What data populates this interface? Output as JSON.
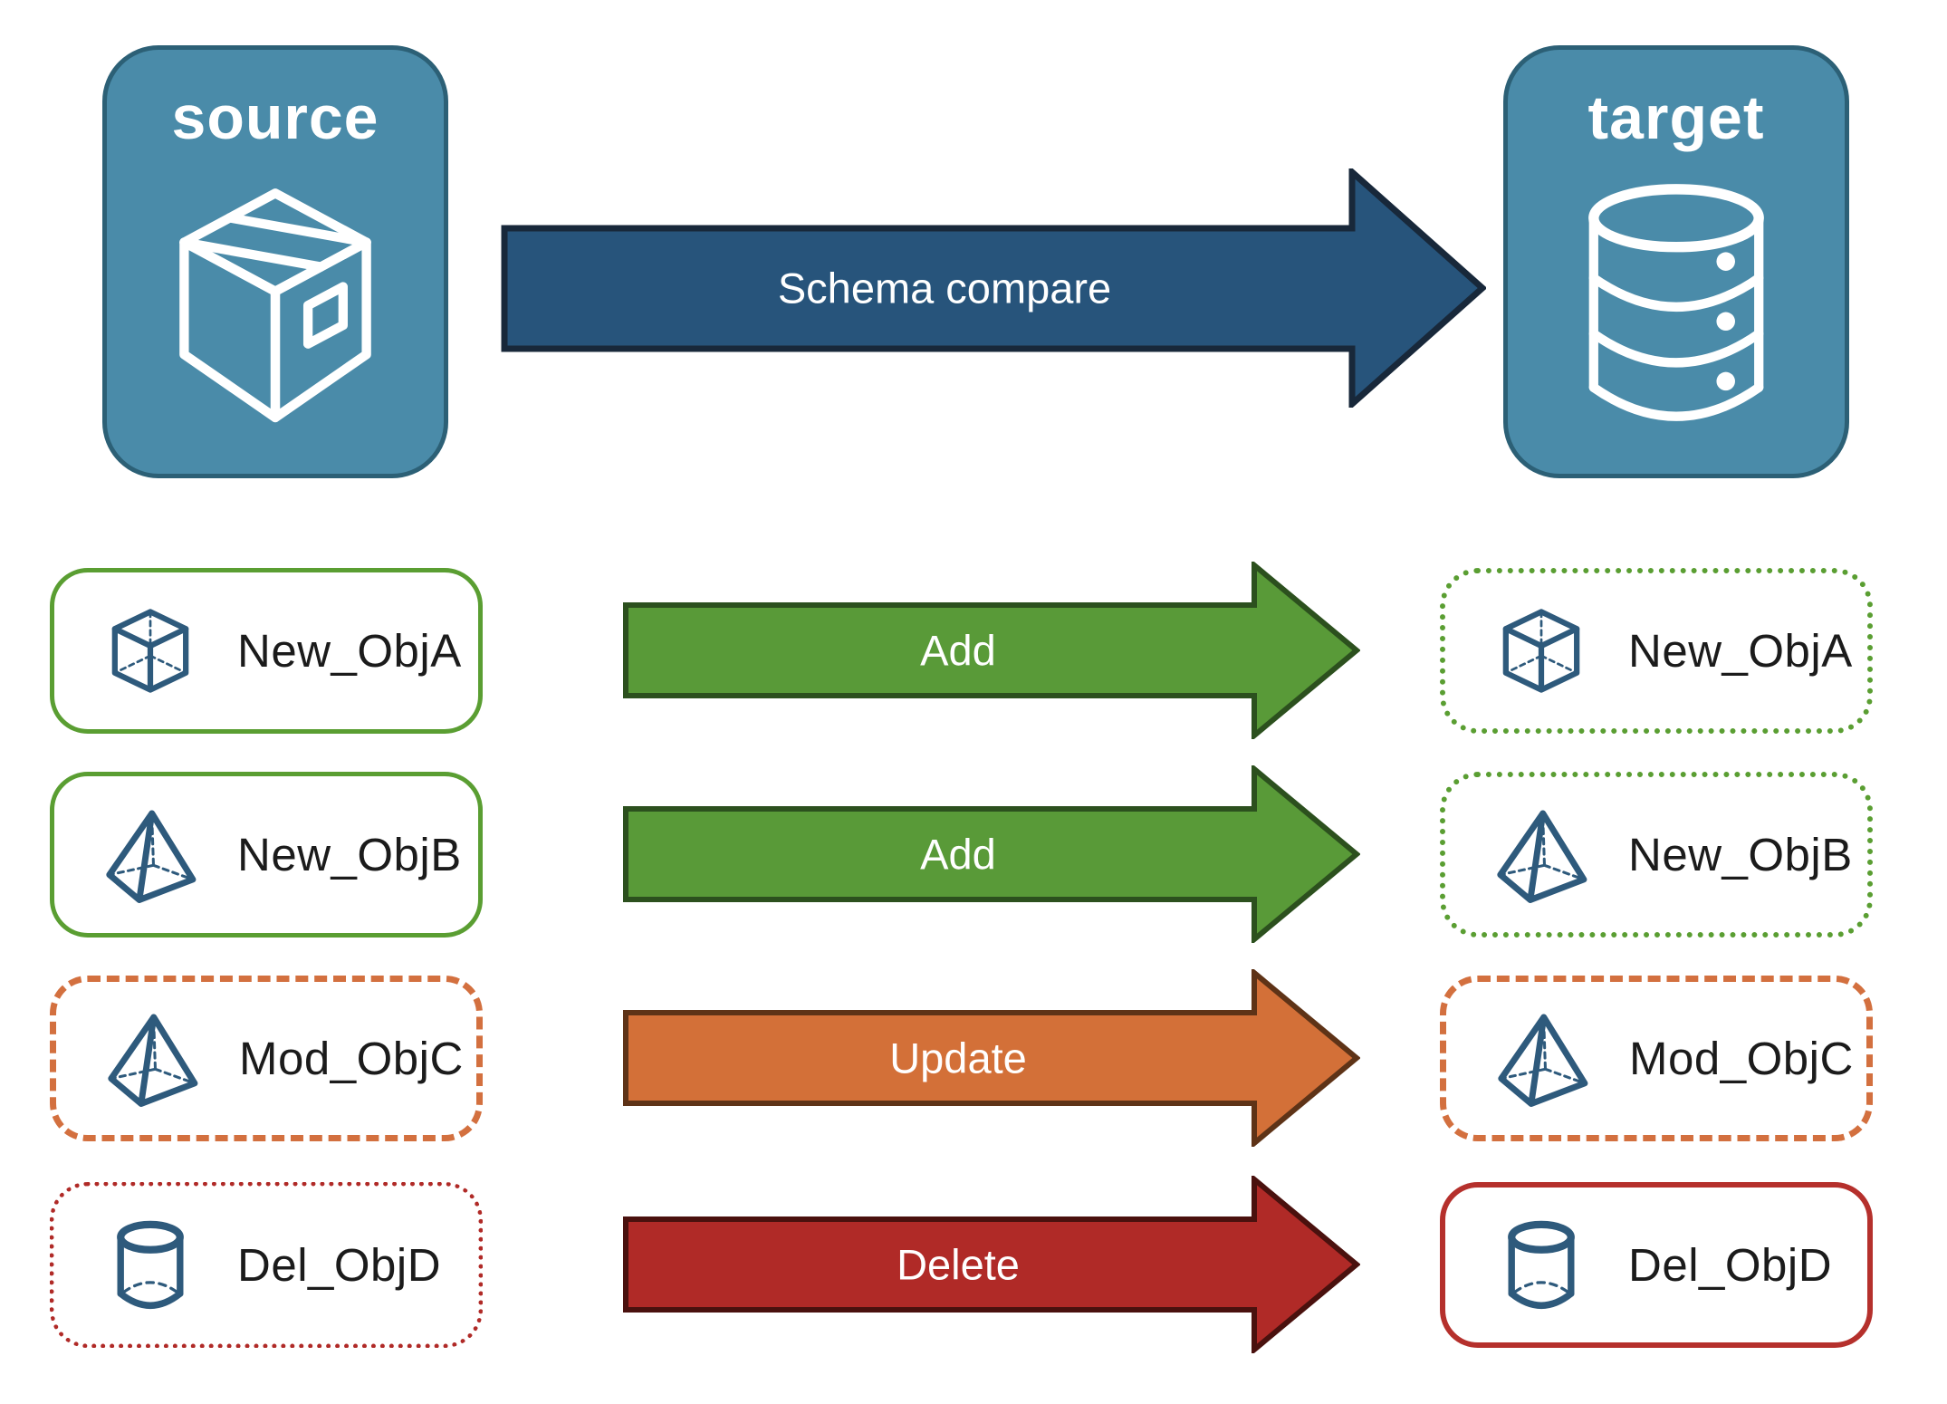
{
  "nodes": {
    "source": {
      "label": "source",
      "icon": "package-icon"
    },
    "target": {
      "label": "target",
      "icon": "database-icon"
    }
  },
  "main_arrow": {
    "label": "Schema compare"
  },
  "rows": [
    {
      "label": "New_ObjA",
      "action": "Add",
      "icon": "cube-icon"
    },
    {
      "label": "New_ObjB",
      "action": "Add",
      "icon": "pyramid-icon"
    },
    {
      "label": "Mod_ObjC",
      "action": "Update",
      "icon": "pyramid-icon"
    },
    {
      "label": "Del_ObjD",
      "action": "Delete",
      "icon": "cylinder-icon"
    }
  ],
  "colors": {
    "node_fill": "#4a8ba9",
    "node_border": "#2c6076",
    "navy_fill": "#27547b",
    "navy_border": "#18283a",
    "green_fill": "#599a38",
    "green_border": "#2c501e",
    "orange_fill": "#d37038",
    "orange_border": "#5e3317",
    "red_fill": "#b02a27",
    "red_border": "#4a110e",
    "green_line": "#5a9e32",
    "orange_line": "#d3703f",
    "red_line": "#b5302c",
    "icon_blue": "#2e5a7c",
    "text_dark": "#1b1b1b"
  }
}
